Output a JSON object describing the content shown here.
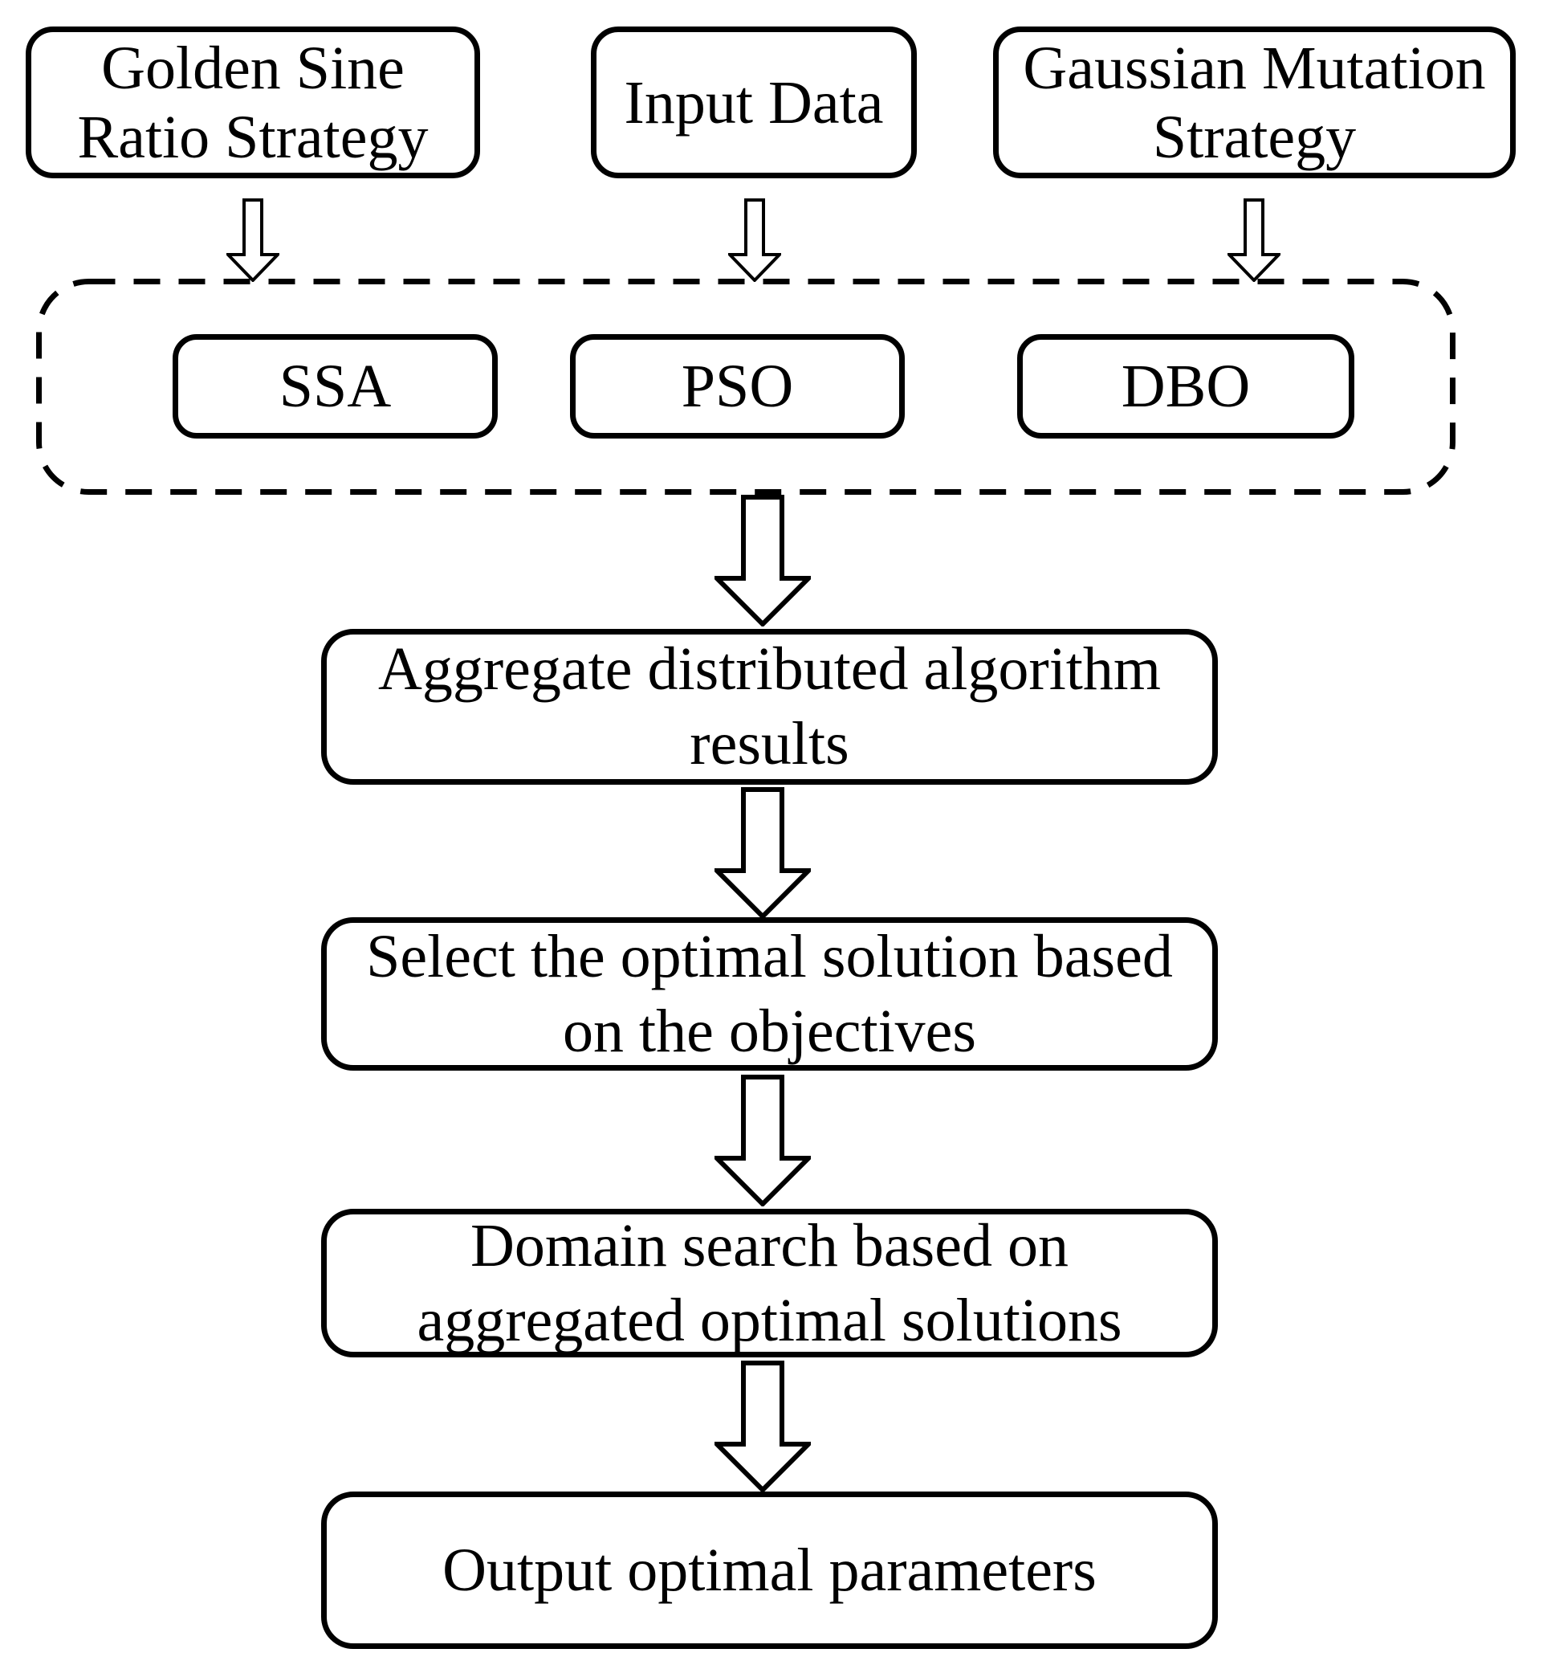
{
  "colors": {
    "line": "#000000",
    "background": "#ffffff",
    "text": "#000000"
  },
  "flowchart": {
    "input_nodes": [
      {
        "id": "golden-sine-ratio-strategy",
        "lines": [
          "Golden Sine",
          "Ratio Strategy"
        ]
      },
      {
        "id": "input-data",
        "lines": [
          "Input Data"
        ]
      },
      {
        "id": "gaussian-mutation-strategy",
        "lines": [
          "Gaussian Mutation",
          "Strategy"
        ]
      }
    ],
    "algorithm_group": {
      "nodes": [
        {
          "id": "ssa",
          "lines": [
            "SSA"
          ]
        },
        {
          "id": "pso",
          "lines": [
            "PSO"
          ]
        },
        {
          "id": "dbo",
          "lines": [
            "DBO"
          ]
        }
      ]
    },
    "process_nodes": [
      {
        "id": "aggregate-results",
        "lines": [
          "Aggregate distributed algorithm",
          "results"
        ]
      },
      {
        "id": "select-optimal-solution",
        "lines": [
          "Select the optimal solution based",
          "on the objectives"
        ]
      },
      {
        "id": "domain-search",
        "lines": [
          "Domain search based on",
          "aggregated optimal solutions"
        ]
      },
      {
        "id": "output-optimal-parameters",
        "lines": [
          "Output optimal parameters"
        ]
      }
    ]
  }
}
